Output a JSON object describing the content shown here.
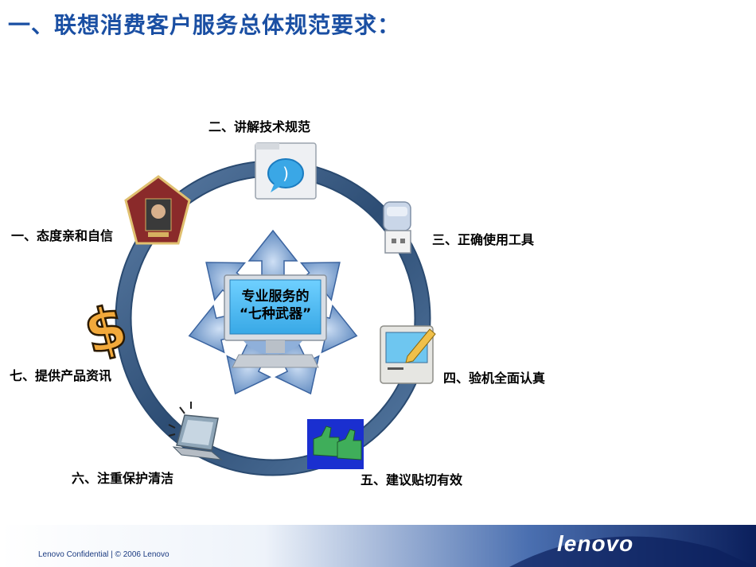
{
  "title": "一、联想消费客户服务总体规范要求：",
  "center": {
    "line1": "专业服务的",
    "line2": "“七种武器”"
  },
  "items": [
    {
      "label": "一、态度亲和自信",
      "icon": "portrait-card-icon"
    },
    {
      "label": "二、讲解技术规范",
      "icon": "chat-folder-icon"
    },
    {
      "label": "三、正确使用工具",
      "icon": "usb-drive-icon"
    },
    {
      "label": "四、验机全面认真",
      "icon": "computer-pencil-icon"
    },
    {
      "label": "五、建议贴切有效",
      "icon": "thumbs-up-icon"
    },
    {
      "label": "六、注重保护清洁",
      "icon": "laptop-icon"
    },
    {
      "label": "七、提供产品资讯",
      "icon": "dollar-sign-icon"
    }
  ],
  "footer": {
    "confidential": "Lenovo Confidential | © 2006 Lenovo",
    "logo": "lenovo"
  },
  "colors": {
    "title": "#1a4fa3",
    "ring": "#34557a",
    "arrows": "#5a86c0"
  }
}
